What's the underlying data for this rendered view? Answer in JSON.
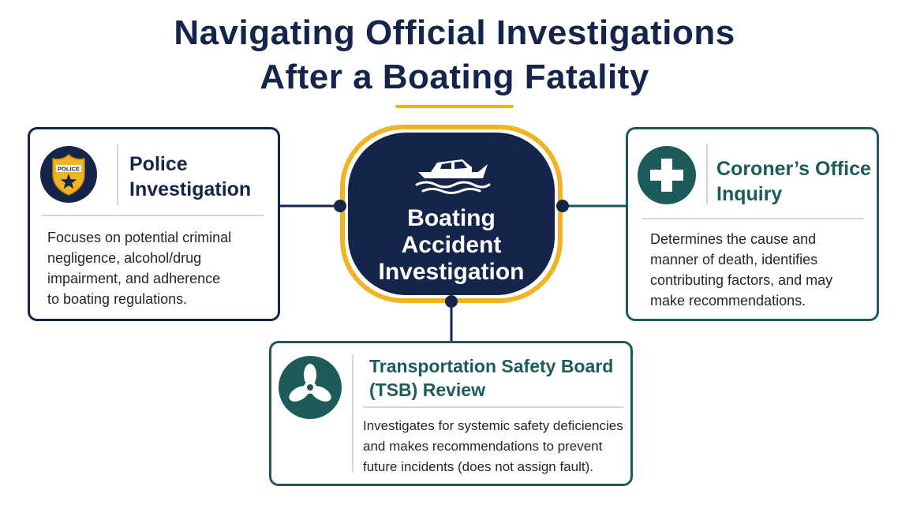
{
  "title": {
    "line1": "Navigating Official Investigations",
    "line2": "After a Boating Fatality"
  },
  "center": {
    "icon": "boat-icon",
    "label_lines": [
      "Boating",
      "Accident",
      "Investigation"
    ]
  },
  "police": {
    "icon": "police-badge-icon",
    "badge_text": "POLICE",
    "title_lines": [
      "Police",
      "Investigation"
    ],
    "body_lines": [
      "Focuses on potential criminal",
      "negligence, alcohol/drug",
      "impairment, and adherence",
      "to boating regulations."
    ]
  },
  "coroner": {
    "icon": "medical-cross-icon",
    "title_lines": [
      "Coroner’s Office",
      "Inquiry"
    ],
    "body_lines": [
      "Determines the cause and",
      "manner of death, identifies",
      "contributing factors, and may",
      "make recommendations."
    ]
  },
  "tsb": {
    "icon": "propeller-icon",
    "title_lines": [
      "Transportation Safety Board",
      "(TSB) Review"
    ],
    "body_lines": [
      "Investigates for systemic safety deficiencies",
      "and makes recommendations to prevent",
      "future incidents (does not assign fault)."
    ]
  },
  "colors": {
    "navy": "#14244a",
    "teal": "#1d5b5b",
    "gold": "#f0b323",
    "divider": "#d4d6da"
  }
}
